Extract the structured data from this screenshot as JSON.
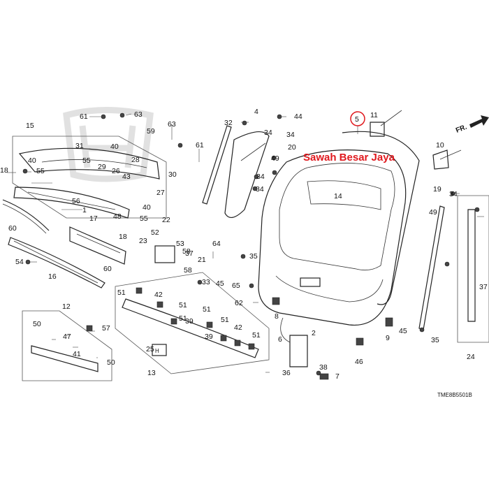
{
  "watermark": {
    "text": "Sawah Besar Jaya",
    "color": "#e0191e"
  },
  "diagram_code": "TME8B5501B",
  "direction_label": "FR.",
  "highlight_color": "#e0191e",
  "callouts": {
    "c1": "1",
    "c2": "2",
    "c4": "4",
    "c5": "5",
    "c6": "6",
    "c7": "7",
    "c8": "8",
    "c9": "9",
    "c10": "10",
    "c11": "11",
    "c12": "12",
    "c13": "13",
    "c14": "14",
    "c15": "15",
    "c16": "16",
    "c17": "17",
    "c18a": "18",
    "c18b": "18",
    "c19": "19",
    "c20": "20",
    "c21": "21",
    "c22": "22",
    "c23": "23",
    "c24": "24",
    "c25": "25",
    "c26": "26",
    "c27": "27",
    "c28": "28",
    "c29": "29",
    "c30": "30",
    "c31": "31",
    "c32": "32",
    "c33": "33",
    "c34a": "34",
    "c34b": "34",
    "c34c": "34",
    "c34d": "34",
    "c34e": "34",
    "c35a": "35",
    "c35b": "35",
    "c36": "36",
    "c37a": "37",
    "c37b": "37",
    "c38": "38",
    "c39a": "39",
    "c39b": "39",
    "c40a": "40",
    "c40b": "40",
    "c40c": "40",
    "c41": "41",
    "c42a": "42",
    "c42b": "42",
    "c43": "43",
    "c44": "44",
    "c45a": "45",
    "c45b": "45",
    "c46": "46",
    "c47": "47",
    "c48": "48",
    "c49a": "49",
    "c49b": "49",
    "c50a": "50",
    "c50b": "50",
    "c51a": "51",
    "c51b": "51",
    "c51c": "51",
    "c51d": "51",
    "c51e": "51",
    "c51f": "51",
    "c52": "52",
    "c53": "53",
    "c54": "54",
    "c55a": "55",
    "c55b": "55",
    "c55c": "55",
    "c56": "56",
    "c57": "57",
    "c58a": "58",
    "c58b": "58",
    "c59": "59",
    "c60a": "60",
    "c60b": "60",
    "c61a": "61",
    "c61b": "61",
    "c62": "62",
    "c63a": "63",
    "c63b": "63",
    "c64": "64",
    "c65": "65"
  }
}
